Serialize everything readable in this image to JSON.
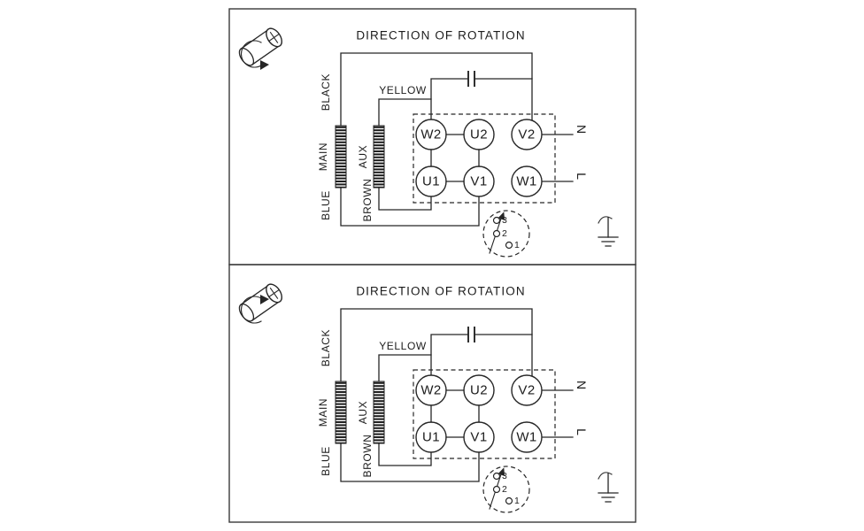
{
  "diagram": {
    "background_color": "#ffffff",
    "line_color": "#262626"
  },
  "panels": [
    {
      "title": "DIRECTION OF ROTATION",
      "rotation_direction": "counterclockwise",
      "wire_labels": {
        "black": "BLACK",
        "yellow": "YELLOW",
        "blue": "BLUE",
        "brown": "BROWN"
      },
      "winding_labels": {
        "main": "MAIN",
        "aux": "AUX"
      },
      "terminals": {
        "top": [
          "W2",
          "U2",
          "V2"
        ],
        "bottom": [
          "U1",
          "V1",
          "W1"
        ]
      },
      "supply_labels": {
        "neutral": "N",
        "line": "L"
      },
      "plug_pins": [
        "3",
        "2",
        "1"
      ]
    },
    {
      "title": "DIRECTION OF ROTATION",
      "rotation_direction": "clockwise",
      "wire_labels": {
        "black": "BLACK",
        "yellow": "YELLOW",
        "blue": "BLUE",
        "brown": "BROWN"
      },
      "winding_labels": {
        "main": "MAIN",
        "aux": "AUX"
      },
      "terminals": {
        "top": [
          "W2",
          "U2",
          "V2"
        ],
        "bottom": [
          "U1",
          "V1",
          "W1"
        ]
      },
      "supply_labels": {
        "neutral": "N",
        "line": "L"
      },
      "plug_pins": [
        "3",
        "2",
        "1"
      ]
    }
  ]
}
